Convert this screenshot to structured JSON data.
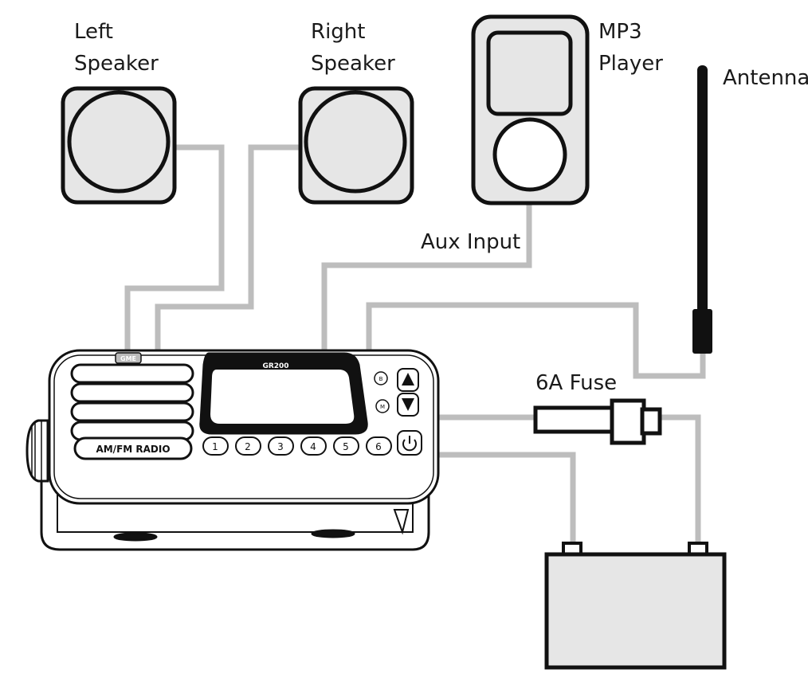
{
  "labels": {
    "left_speaker_line1": "Left",
    "left_speaker_line2": "Speaker",
    "right_speaker_line1": "Right",
    "right_speaker_line2": "Speaker",
    "mp3_line1": "MP3",
    "mp3_line2": "Player",
    "antenna": "Antenna",
    "aux_input": "Aux Input",
    "fuse": "6A Fuse"
  },
  "radio": {
    "brand": "GME",
    "model": "GR200",
    "faceplate_label": "AM/FM RADIO",
    "preset_buttons": [
      "1",
      "2",
      "3",
      "4",
      "5",
      "6"
    ],
    "side_buttons": [
      "B",
      "M"
    ]
  },
  "colors": {
    "wire": "#bdbdbd",
    "outline": "#111111",
    "device_fill": "#e6e6e6"
  }
}
